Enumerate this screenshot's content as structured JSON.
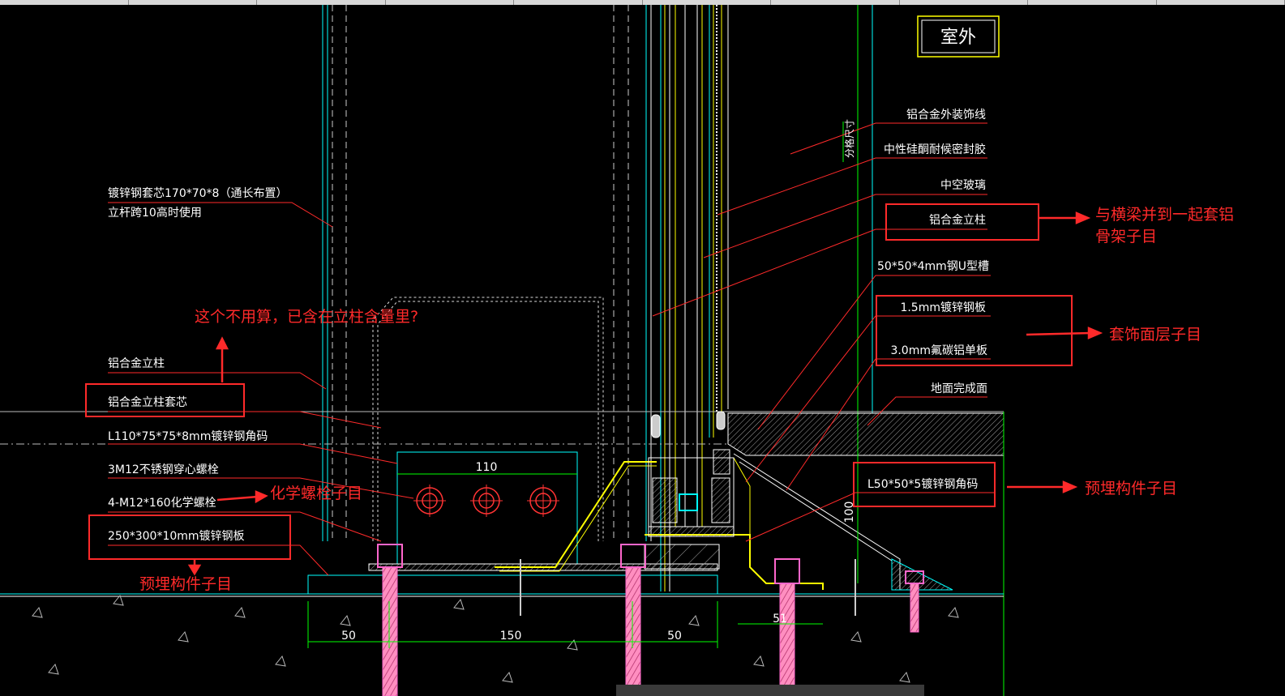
{
  "drawing": {
    "title_box": "室外",
    "vertical_label": "分格尺寸",
    "labels_right": [
      "铝合金外装饰线",
      "中性硅酮耐候密封胶",
      "中空玻璃",
      "铝合金立柱",
      "50*50*4mm钢U型槽",
      "1.5mm镀锌钢板",
      "3.0mm氟碳铝单板",
      "地面完成面",
      "L50*50*5镀锌钢角码"
    ],
    "labels_left": [
      "镀锌钢套芯170*70*8（通长布置）",
      "立杆跨10高时使用",
      "铝合金立柱",
      "铝合金立柱套芯",
      "L110*75*75*8mm镀锌钢角码",
      "3M12不锈钢穿心螺栓",
      "4-M12*160化学螺栓",
      "250*300*10mm镀锌钢板"
    ],
    "dimensions": {
      "plate_width": "110",
      "base_left": "50",
      "base_mid": "150",
      "base_right": "50",
      "angle_width": "51",
      "angle_height": "100"
    }
  },
  "annotations": {
    "not_counted": "这个不用算，已含在立柱含量里?",
    "chem_bolt": "化学螺栓子目",
    "embed_left": "预埋构件子目",
    "beam_frame_line1": "与横梁并到一起套铝",
    "beam_frame_line2": "骨架子目",
    "finish_layer": "套饰面层子目",
    "embed_right": "预埋构件子目"
  },
  "colors": {
    "background": "#000000",
    "cad_white": "#ffffff",
    "cad_red": "#ff2a2a",
    "cad_cyan": "#00ffff",
    "cad_yellow": "#ffff00",
    "cad_green": "#00ff00",
    "cad_magenta": "#ff66cc",
    "annotation_red": "#ff2a2a"
  }
}
